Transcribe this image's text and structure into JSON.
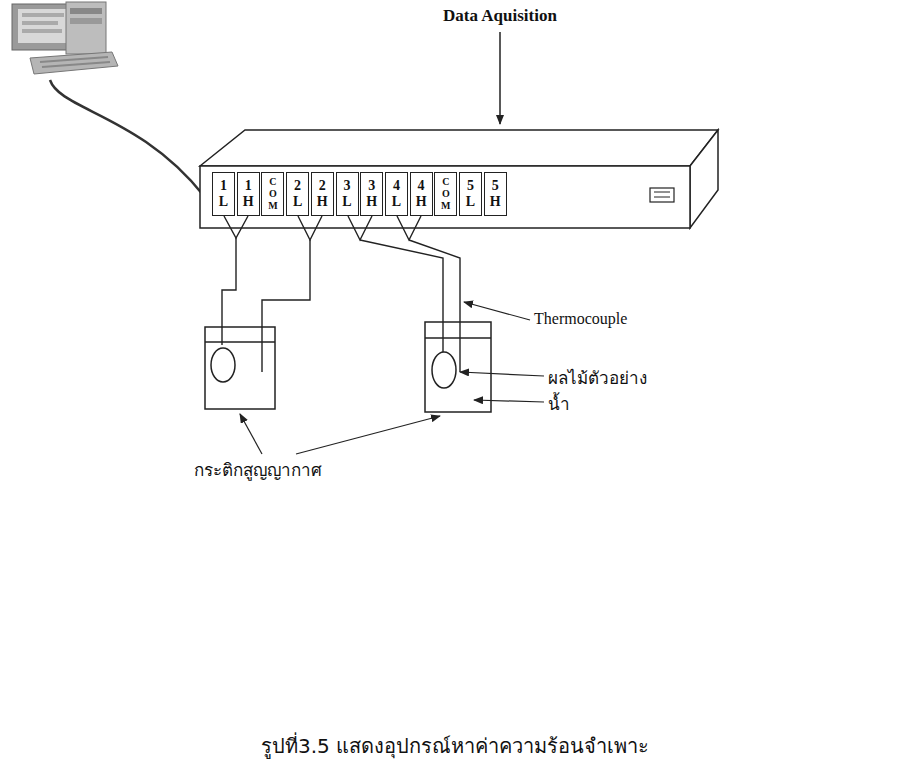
{
  "diagram": {
    "caption": "รูปที่3.5 แสดงอุปกรณ์หาค่าความร้อนจำเพาะ",
    "nodes": [
      {
        "text": [
          "1 L"
        ]
      },
      {
        "text": [
          "1 H"
        ]
      },
      {
        "text": [
          "C O M"
        ]
      },
      {
        "text": [
          "2 L"
        ]
      },
      {
        "text": [
          "2 H"
        ]
      },
      {
        "text": [
          "3 L"
        ]
      },
      {
        "text": [
          "3 H"
        ]
      },
      {
        "text": [
          "4 L"
        ]
      },
      {
        "text": [
          "4 H"
        ]
      },
      {
        "text": [
          "C O M"
        ]
      },
      {
        "text": [
          "5 L"
        ]
      },
      {
        "text": [
          "5 H"
        ]
      }
    ],
    "labels": [
      "Data Aquisition",
      "Thermocouple",
      "ผลไม้ตัวอย่าง",
      "น้ำ",
      "กระติกสูญญากาศ"
    ]
  }
}
